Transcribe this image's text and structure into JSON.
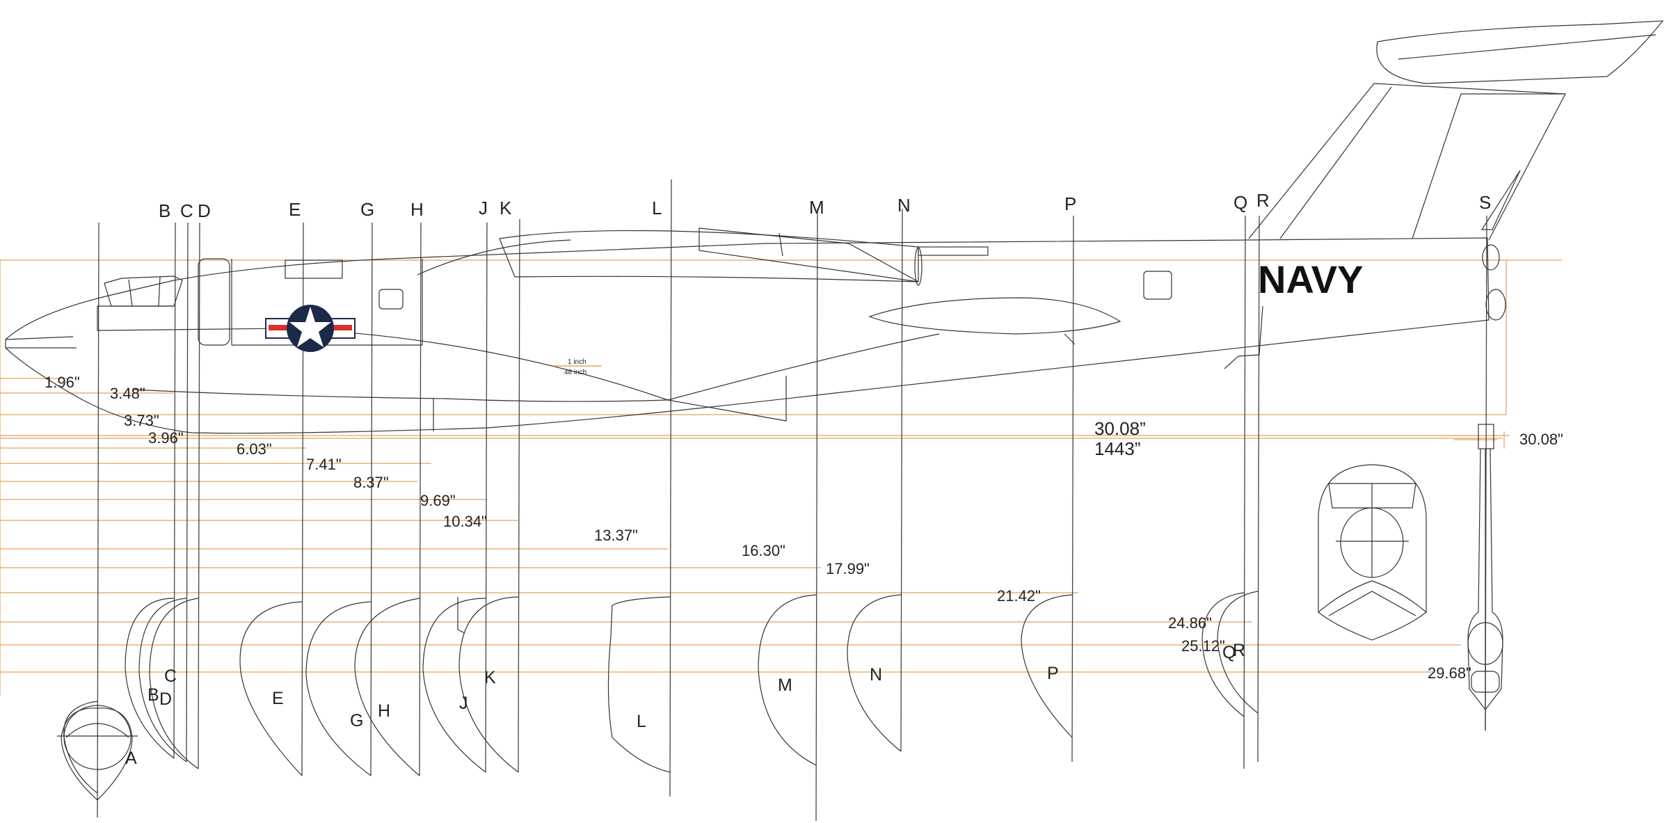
{
  "station_labels": [
    "B",
    "C",
    "D",
    "E",
    "G",
    "H",
    "J",
    "K",
    "L",
    "M",
    "N",
    "P",
    "Q",
    "R",
    "S"
  ],
  "section_labels": [
    "A",
    "B",
    "C",
    "D",
    "E",
    "G",
    "H",
    "J",
    "K",
    "L",
    "M",
    "N",
    "P",
    "Q",
    "R"
  ],
  "dimensions": [
    "1.96\"",
    "3.48\"",
    "3.73\"",
    "3.96\"",
    "6.03\"",
    "7.41\"",
    "8.37\"",
    "9.69\"",
    "10.34\"",
    "13.37\"",
    "16.30\"",
    "17.99\"",
    "21.42\"",
    "24.86\"",
    "25.12\"",
    "29.68\"",
    "30.08\""
  ],
  "fuselage_length": "30.08”",
  "fuselage_length_full": "1443”",
  "scale_top": "1 inch",
  "scale_bottom": "48 inch",
  "marking": "NAVY",
  "colors": {
    "outline": "#333333",
    "guide": "#e3a15c",
    "roundel_blue": "#1c2a4a",
    "roundel_red": "#d8312a"
  }
}
